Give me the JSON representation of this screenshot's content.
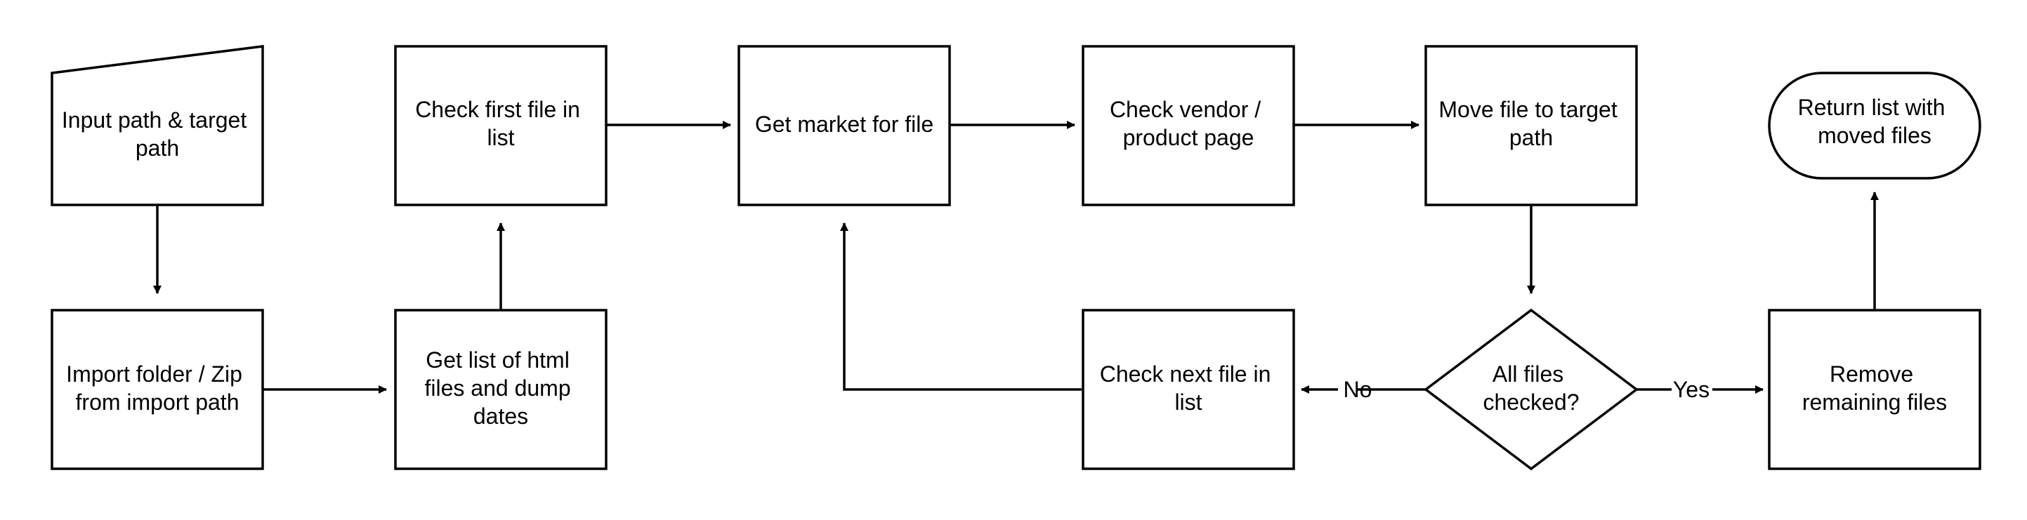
{
  "nodes": {
    "input_paths": {
      "lines": [
        "Input path & target",
        "path"
      ]
    },
    "import_folder": {
      "lines": [
        "Import folder / Zip",
        "from import path"
      ]
    },
    "get_list": {
      "lines": [
        "Get list of html",
        "files and dump",
        "dates"
      ]
    },
    "check_first": {
      "lines": [
        "Check first file in",
        "list"
      ]
    },
    "get_market": {
      "lines": [
        "Get market for file"
      ]
    },
    "check_vendor": {
      "lines": [
        "Check vendor /",
        "product page"
      ]
    },
    "move_file": {
      "lines": [
        "Move file to target",
        "path"
      ]
    },
    "all_checked": {
      "lines": [
        "All files",
        "checked?"
      ]
    },
    "check_next": {
      "lines": [
        "Check next file in",
        "list"
      ]
    },
    "remove_remaining": {
      "lines": [
        "Remove",
        "remaining files"
      ]
    },
    "return_list": {
      "lines": [
        "Return list with",
        "moved files"
      ]
    }
  },
  "edges": {
    "no_label": "No",
    "yes_label": "Yes"
  }
}
